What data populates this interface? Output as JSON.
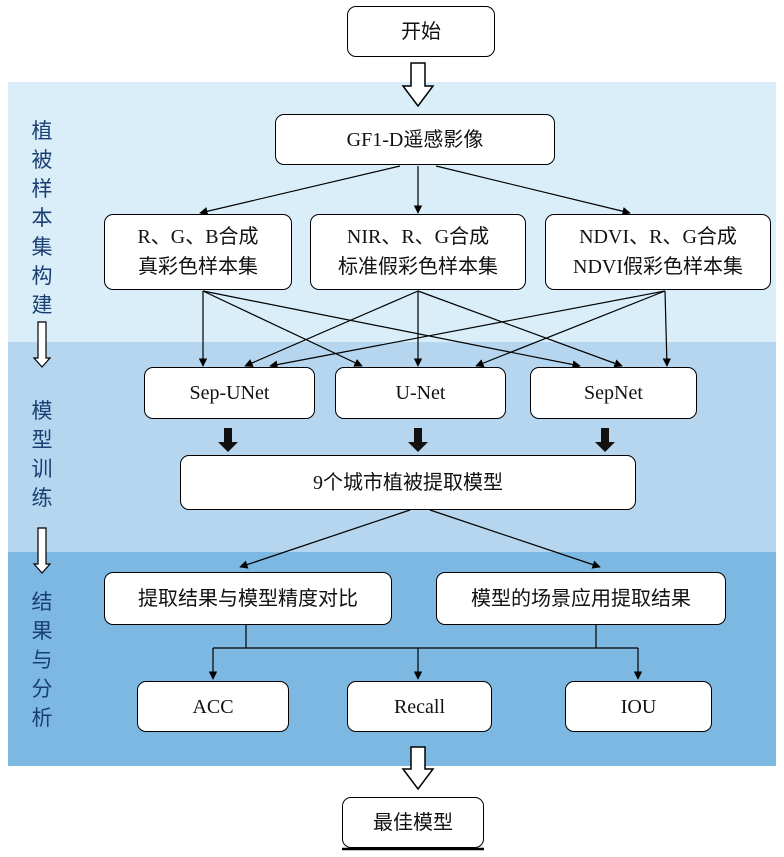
{
  "nodes": {
    "start": "开始",
    "source": "GF1-D遥感影像",
    "sample_rgb": [
      "R、G、B合成",
      "真彩色样本集"
    ],
    "sample_nir": [
      "NIR、R、G合成",
      "标准假彩色样本集"
    ],
    "sample_ndvi": [
      "NDVI、R、G合成",
      "NDVI假彩色样本集"
    ],
    "model_sep_unet": "Sep-UNet",
    "model_unet": "U-Net",
    "model_sepnet": "SepNet",
    "models_9": "9个城市植被提取模型",
    "compare": "提取结果与模型精度对比",
    "application": "模型的场景应用提取结果",
    "metric_acc": "ACC",
    "metric_recall": "Recall",
    "metric_iou": "IOU",
    "best": "最佳模型"
  },
  "stages": {
    "sample_construction": [
      "植",
      "被",
      "样",
      "本",
      "集",
      "构",
      "建"
    ],
    "model_training": [
      "模",
      "型",
      "训",
      "练"
    ],
    "result_analysis": [
      "结",
      "果",
      "与",
      "分",
      "析"
    ]
  },
  "colors": {
    "band_1": "#d9eef8",
    "band_2": "#b5d6ee",
    "band_3": "#7db8e3",
    "stage_text": "#1a3f73"
  }
}
